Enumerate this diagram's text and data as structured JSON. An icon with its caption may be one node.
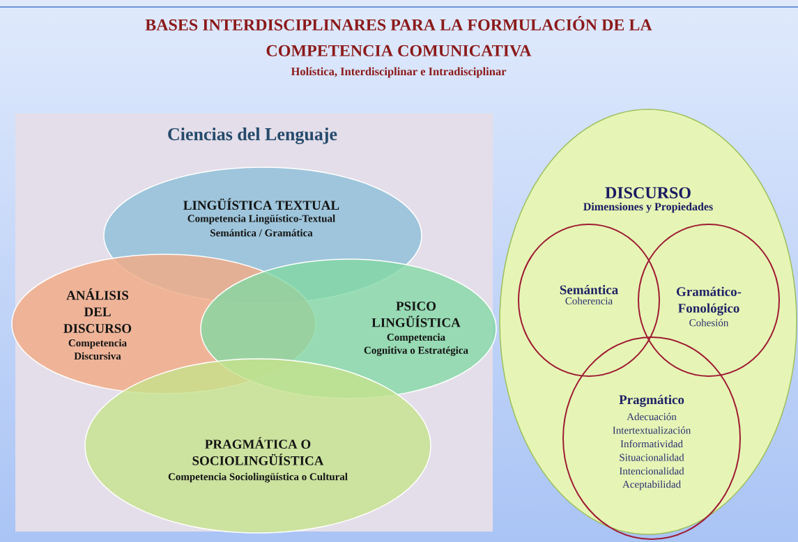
{
  "diagram": {
    "title": "BASES INTERDISCIPLINARES PARA LA FORMULACIÓN DE LA COMPETENCIA COMUNICATIVA",
    "nodes": [
      {
        "text": [
          "Ciencias del Lenguaje"
        ]
      },
      {
        "text": [
          "LINGÜÍSTICA TEXTUAL",
          "Competencia Lingüístico-Textual",
          "Semántica / Gramática"
        ],
        "in": 0
      },
      {
        "text": [
          "ANÁLISIS DEL DISCURSO",
          "Competencia Discursiva"
        ],
        "in": 0
      },
      {
        "text": [
          "PSICO LINGÜÍSTICA",
          "Competencia Cognitiva o Estratégica"
        ],
        "in": 0
      },
      {
        "text": [
          "PRAGMÁTICA O SOCIOLINGÜÍSTICA",
          "Competencia Sociolingüística o Cultural"
        ],
        "in": 0
      },
      {
        "text": [
          "DISCURSO",
          "Dimensiones y Propiedades"
        ]
      },
      {
        "text": [
          "Semántica",
          "Coherencia"
        ],
        "in": 5
      },
      {
        "text": [
          "Gramático-Fonológico",
          "Cohesión"
        ],
        "in": 5
      },
      {
        "text": [
          "Pragmático",
          "Adecuación",
          "Intertextualización",
          "Informatividad",
          "Situacionalidad",
          "Intencionalidad",
          "Aceptabilidad"
        ],
        "in": 5
      }
    ],
    "labels": [
      "Holística, Interdisciplinar e Intradisciplinar"
    ]
  }
}
